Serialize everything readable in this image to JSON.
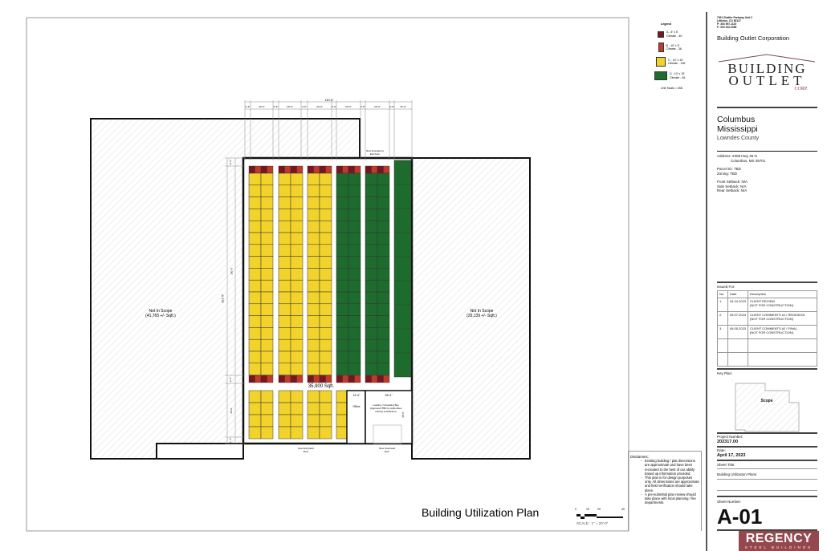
{
  "drawing": {
    "title": "Building Utilization Plan",
    "left_area": {
      "label": "Not In Scope",
      "area": "(41,765 +/- Sqft.)"
    },
    "right_area": {
      "label": "Not In Scope",
      "area": "(29,139 +/- Sqft.)"
    },
    "building_area": "35,900 Sqft.",
    "office_label": "Office",
    "loading_label": "Loading / Unloading Bay (Approved TBD by Authorities Having Jurisdiction)",
    "emergency_door": "New Emergency Exit Door",
    "front_door": "New Entry/Exit Door",
    "overhead_door": "New Overhead Door",
    "office_dim": "14'-0\"",
    "loading_dim": "28'-0\"",
    "loading_depth": "40'-0\"",
    "top_overall_dim": "140'-0\"",
    "top_dims": [
      "2'-6\"",
      "20'-0\"",
      "2'-6\"",
      "20'-0\"",
      "2'-6\"",
      "20'-0\"",
      "2'-6\"",
      "20'-0\"",
      "2'-6\"",
      "20'-0\"",
      "2'-6\"",
      "15'-0\""
    ],
    "left_overall_dim": "201'-0\"",
    "left_dims": [
      "2'-6\"",
      "150'-0\"",
      "2'-6\"",
      "40'-0\"",
      "1'-4\""
    ],
    "scale": {
      "ticks": [
        "0",
        "10",
        "20",
        "40"
      ],
      "label": "SCALE:  1\" = 20'-0\""
    },
    "colors": {
      "A": "#8b1a1a",
      "B": "#c0392b",
      "C": "#f2d32c",
      "D": "#1e6b2e"
    }
  },
  "legend": {
    "title": "Legend",
    "items": [
      {
        "key": "A",
        "label": "A - 5' x 5'",
        "sub": "Climate - 40",
        "color": "#7a1520"
      },
      {
        "key": "B",
        "label": "B - 10' x 5'",
        "sub": "Climate - 36",
        "color": "#c0392b"
      },
      {
        "key": "C",
        "label": "C - 10' x 10'",
        "sub": "Climate - 136",
        "color": "#f2d32c"
      },
      {
        "key": "D",
        "label": "D - 10' x 15'",
        "sub": "Climate - 46",
        "color": "#1e6b2e"
      }
    ],
    "total": "Unit Totals = 258"
  },
  "disclaimers": {
    "title": "Disclaimers:",
    "items": [
      "Existing building / plat dimensions are approximate and have been recreated to the best of our ability based up information provided.",
      "This plan is for design purposes only.  All dimensions are approximate and field verification should take place.",
      "A pre-submittal plan review should take place with local planning / fire departments."
    ]
  },
  "titleblock": {
    "address_lines": [
      "7901 Shaffer Parkway Unit 3",
      "Littleton, CO 80127",
      "P: 303 997-1119",
      "F: 303 242-2089"
    ],
    "company": "Building Outlet Corporation",
    "logo": {
      "line1": "BUILDING",
      "line2": "OUTLET",
      "line3": "CORP."
    },
    "city": "Columbus",
    "state": "Mississippi",
    "county": "Lowndes County",
    "address_label": "Address: 2308 Hwy 45 N",
    "address_line2": "Columbus, MS 39701",
    "parcel": "Parcel ID: TBD",
    "zoning": "Zoning: TBD",
    "front_setback": "Front Setback: N/A",
    "side_setback": "Side Setback: N/A",
    "rear_setback": "Rear Setback: N/A",
    "issued_for": "Issued For:",
    "issue_headers": [
      "No.",
      "Date",
      "Description"
    ],
    "issues": [
      {
        "no": "1.",
        "date": "04.24.2023",
        "desc": "CLIENT REVIEW",
        "sub": "(NOT FOR CONSTRUCTION)"
      },
      {
        "no": "2.",
        "date": "05.07.2023",
        "desc": "CLIENT COMMENTS #1 / REDESIGN",
        "sub": "(NOT FOR CONSTRUCTION)"
      },
      {
        "no": "3.",
        "date": "06.05.2023",
        "desc": "CLIENT COMMENTS #2 / FINAL",
        "sub": "(NOT FOR CONSTRUCTION)"
      }
    ],
    "key_plan": "Key Plan:",
    "key_scope": "Scope",
    "project_number_label": "Project Number:",
    "project_number": "202317.00",
    "date_label": "Date:",
    "date": "April 17, 2023",
    "sheet_title_label": "Sheet Title:",
    "sheet_title": "Building Utilization Plans",
    "sheet_number_label": "Sheet Number:",
    "sheet_number": "A-01"
  },
  "watermark": {
    "brand": "REGENCY",
    "tagline": "STEEL BUILDINGS",
    "color": "#8c3a3f"
  }
}
